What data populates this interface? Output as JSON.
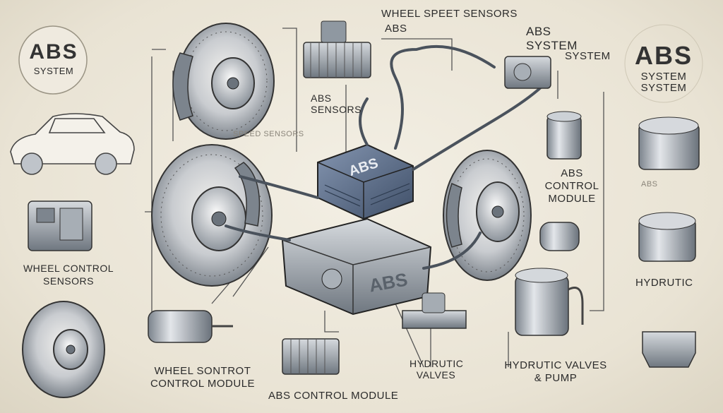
{
  "badge_left": {
    "title": "ABS",
    "subtitle": "SYSTEM"
  },
  "badge_right": {
    "title": "ABS",
    "line1": "SYSTEM",
    "line2": "SYSTEM"
  },
  "labels": {
    "wheel_speed_sensors": "WHEEL SPEET SENSORS",
    "abs_top": "ABS",
    "abs_system": "ABS",
    "abs_system_2": "SYSTEM",
    "abs_system_3": "SYSTEM",
    "abs_sensors_1": "ABS",
    "abs_sensors_2": "SENSORS",
    "speed_sensors_faint": "SPEED SENSORS",
    "abs_control_module_right_1": "ABS",
    "abs_control_module_right_2": "CONTROL",
    "abs_control_module_right_3": "MODULE",
    "abs_small_right": "ABS",
    "hydrutic_right": "HYDRUTIC",
    "wheel_control_sensors_1": "WHEEL CONTROL",
    "wheel_control_sensors_2": "SENSORS",
    "wheel_sontrot_1": "WHEEL SONTROT",
    "wheel_sontrot_2": "CONTROL MODULE",
    "abs_control_module_bottom": "ABS CONTROL MODULE",
    "hydrutic_valves_center_1": "HYDRUTIC",
    "hydrutic_valves_center_2": "VALVES",
    "hydrutic_valves_pump_1": "HYDRUTIC VALVES",
    "hydrutic_valves_pump_2": "& PUMP"
  },
  "module_labels": {
    "top_module": "ABS",
    "center_block": "ABS"
  },
  "colors": {
    "ink": "#2b2b2b",
    "metal": "#9aa3ad",
    "metal_dark": "#4a525c",
    "paper": "#ece7da",
    "badge_blue": "#5a6f8f"
  }
}
